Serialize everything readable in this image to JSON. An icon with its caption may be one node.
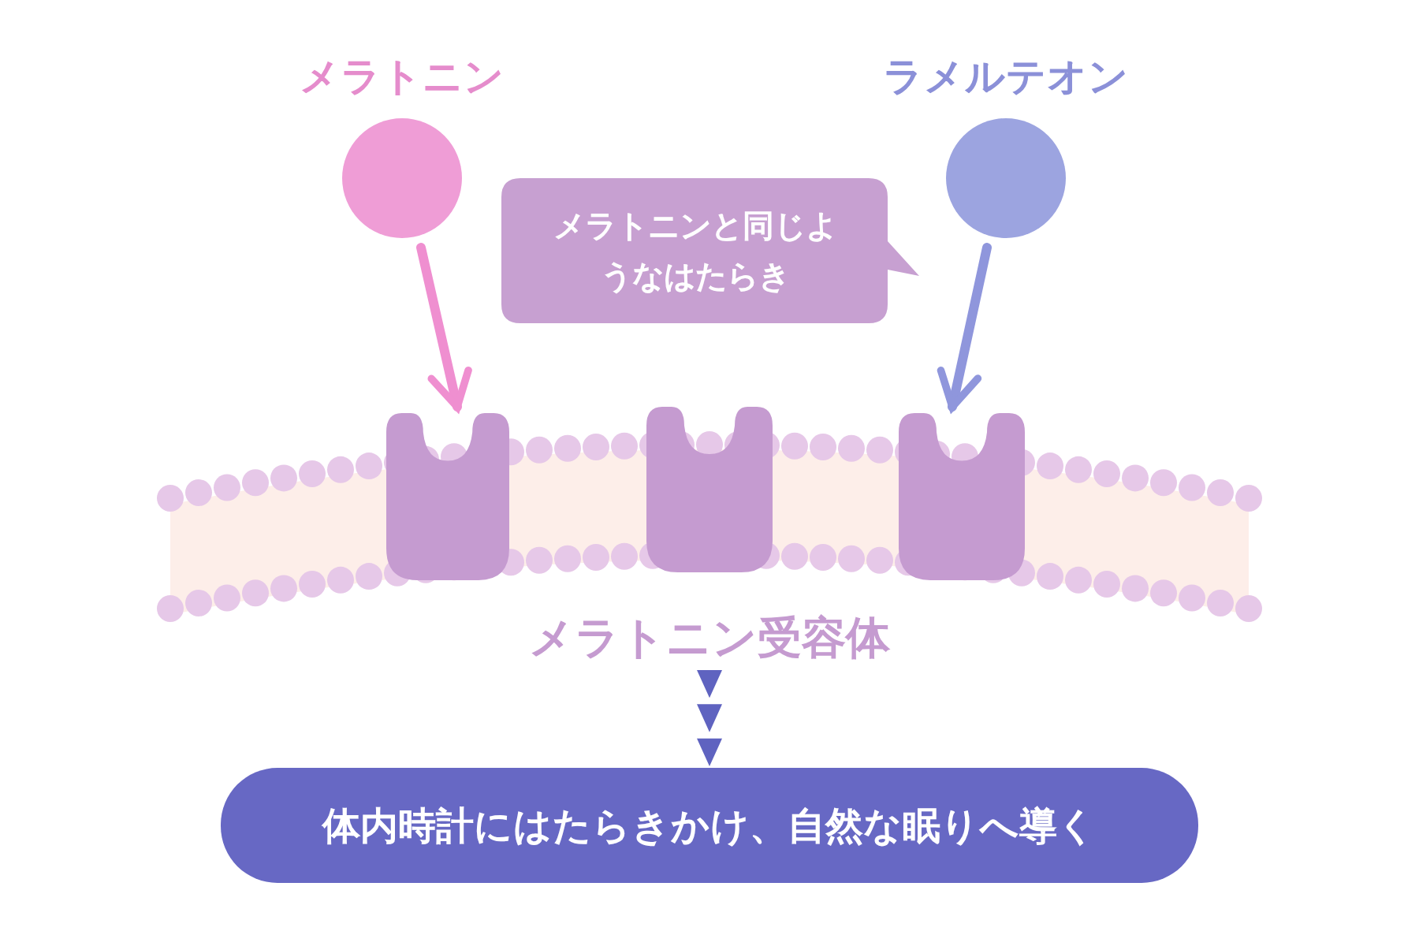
{
  "diagram": {
    "nodes": [
      {
        "text": [
          "メラトニン"
        ]
      },
      {
        "text": [
          "ラメルテオン"
        ]
      },
      {
        "text": [
          "メラトニンと同じようなはたらき"
        ]
      },
      {
        "text": [
          "メラトニン受容体"
        ]
      },
      {
        "text": [],
        "shape": "picture"
      },
      {
        "text": [],
        "shape": "picture"
      },
      {
        "text": [],
        "shape": "picture"
      },
      {
        "text": [
          "体内時計にはたらきかけ、自然な眠りへ導く"
        ]
      }
    ],
    "edges": [
      {
        "from": 0,
        "to": 4,
        "arrow": "to",
        "color": "#ef8fd0"
      },
      {
        "from": 1,
        "to": 6,
        "arrow": "to",
        "color": "#8f96dc"
      },
      {
        "from": 3,
        "to": 7,
        "arrow": "to",
        "color": "#5f63c0"
      }
    ]
  }
}
